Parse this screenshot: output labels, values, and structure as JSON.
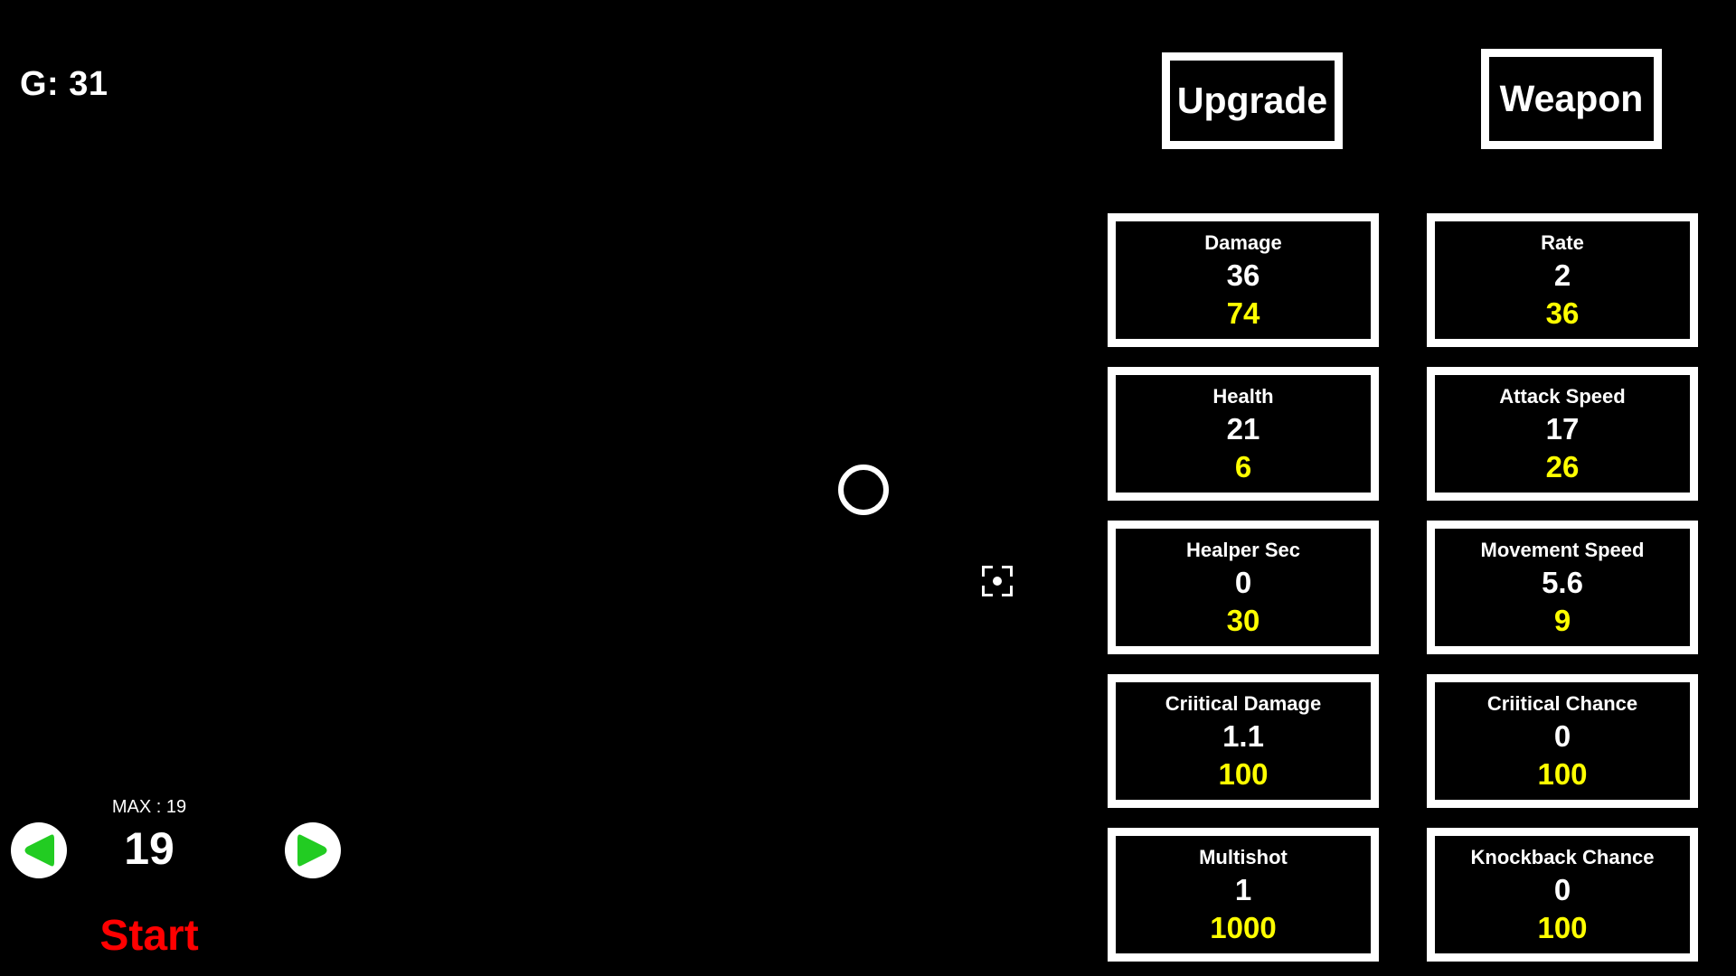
{
  "hud": {
    "gold_label": "G: 31"
  },
  "field": {
    "player_icon": "circle-outline-player",
    "cursor_icon": "crosshair-icon"
  },
  "wave_selector": {
    "max_label": "MAX : 19",
    "current_wave": "19",
    "start_label": "Start",
    "prev_icon": "triangle-left-icon",
    "next_icon": "triangle-right-icon",
    "arrow_color": "#22cc22",
    "arrow_bg": "#ffffff",
    "start_color": "#ff0000"
  },
  "panel": {
    "tabs": [
      {
        "label": "Upgrade",
        "name": "tab-upgrade"
      },
      {
        "label": "Weapon",
        "name": "tab-weapon"
      }
    ],
    "accent_value_color": "#ffffff",
    "accent_cost_color": "#ffff00",
    "border_color": "#ffffff",
    "upgrade_stats": [
      {
        "label": "Damage",
        "value": "36",
        "cost": "74"
      },
      {
        "label": "Health",
        "value": "21",
        "cost": "6"
      },
      {
        "label": "Healper Sec",
        "value": "0",
        "cost": "30"
      },
      {
        "label": "Criitical Damage",
        "value": "1.1",
        "cost": "100"
      },
      {
        "label": "Multishot",
        "value": "1",
        "cost": "1000"
      }
    ],
    "weapon_stats": [
      {
        "label": "Rate",
        "value": "2",
        "cost": "36"
      },
      {
        "label": "Attack Speed",
        "value": "17",
        "cost": "26"
      },
      {
        "label": "Movement Speed",
        "value": "5.6",
        "cost": "9"
      },
      {
        "label": "Criitical Chance",
        "value": "0",
        "cost": "100"
      },
      {
        "label": "Knockback Chance",
        "value": "0",
        "cost": "100"
      }
    ]
  }
}
